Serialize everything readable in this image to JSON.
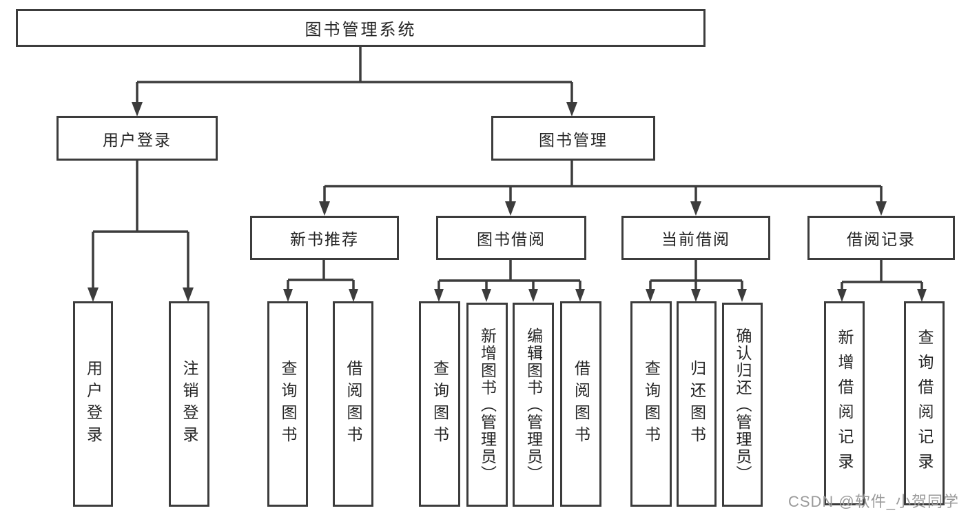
{
  "diagram": {
    "colors": {
      "line": "#3c3c3c",
      "node_border": "#3c3c3c",
      "node_fill": "#ffffff",
      "text": "#262626",
      "watermark": "#9a9a9a",
      "background": "#ffffff"
    },
    "watermark": "CSDN @软件_小贺同学",
    "tree": {
      "root": {
        "label": "图书管理系统"
      },
      "level2": [
        {
          "label": "用户登录",
          "children": [
            {
              "label": "用户登录"
            },
            {
              "label": "注销登录"
            }
          ]
        },
        {
          "label": "图书管理",
          "children": [
            {
              "label": "新书推荐",
              "children": [
                {
                  "label": "查询图书"
                },
                {
                  "label": "借阅图书"
                }
              ]
            },
            {
              "label": "图书借阅",
              "children": [
                {
                  "label": "查询图书"
                },
                {
                  "label": "新增图书（管理员）"
                },
                {
                  "label": "编辑图书（管理员）"
                },
                {
                  "label": "借阅图书"
                }
              ]
            },
            {
              "label": "当前借阅",
              "children": [
                {
                  "label": "查询图书"
                },
                {
                  "label": "归还图书"
                },
                {
                  "label": "确认归还（管理员）"
                }
              ]
            },
            {
              "label": "借阅记录",
              "children": [
                {
                  "label": "新增借阅记录"
                },
                {
                  "label": "查询借阅记录"
                }
              ]
            }
          ]
        }
      ]
    }
  }
}
